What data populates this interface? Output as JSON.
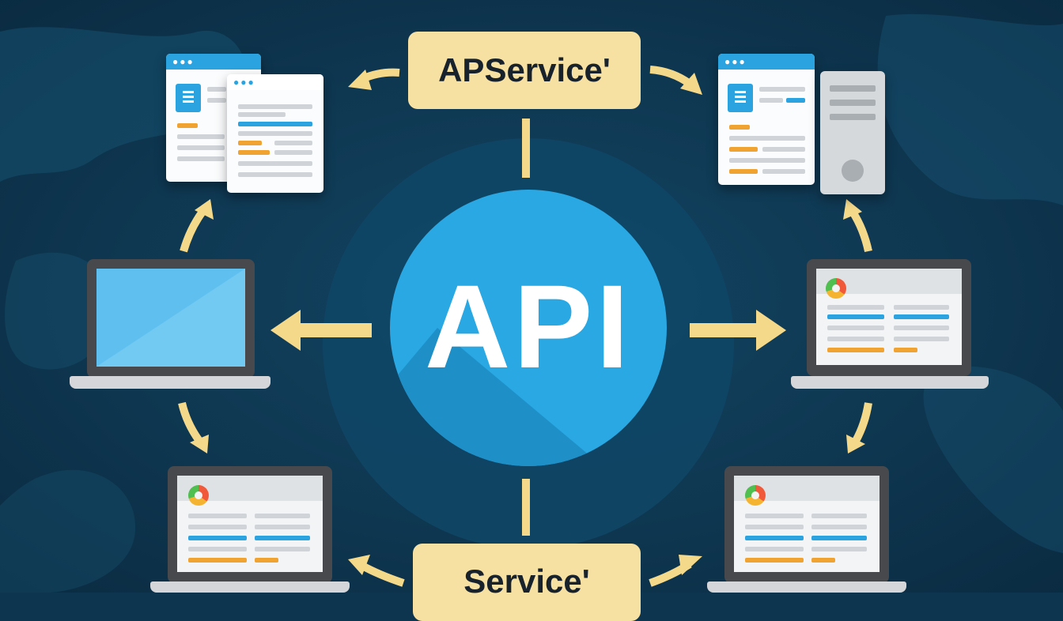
{
  "diagram": {
    "center_label": "API",
    "top_label": "APService'",
    "bottom_label": "Service'"
  },
  "colors": {
    "background": "#0d3550",
    "api_circle": "#29a8e3",
    "label_fill": "#f7e1a2",
    "arrow": "#f5d98a",
    "accent_blue": "#2aa3e0",
    "accent_orange": "#f0a330"
  },
  "icons": {
    "top_left": "document-pair-icon",
    "top_right": "document-server-icon",
    "mid_left": "laptop-blank-icon",
    "mid_right": "laptop-dashboard-icon",
    "bottom_left": "laptop-dashboard-icon",
    "bottom_right": "laptop-dashboard-icon"
  }
}
